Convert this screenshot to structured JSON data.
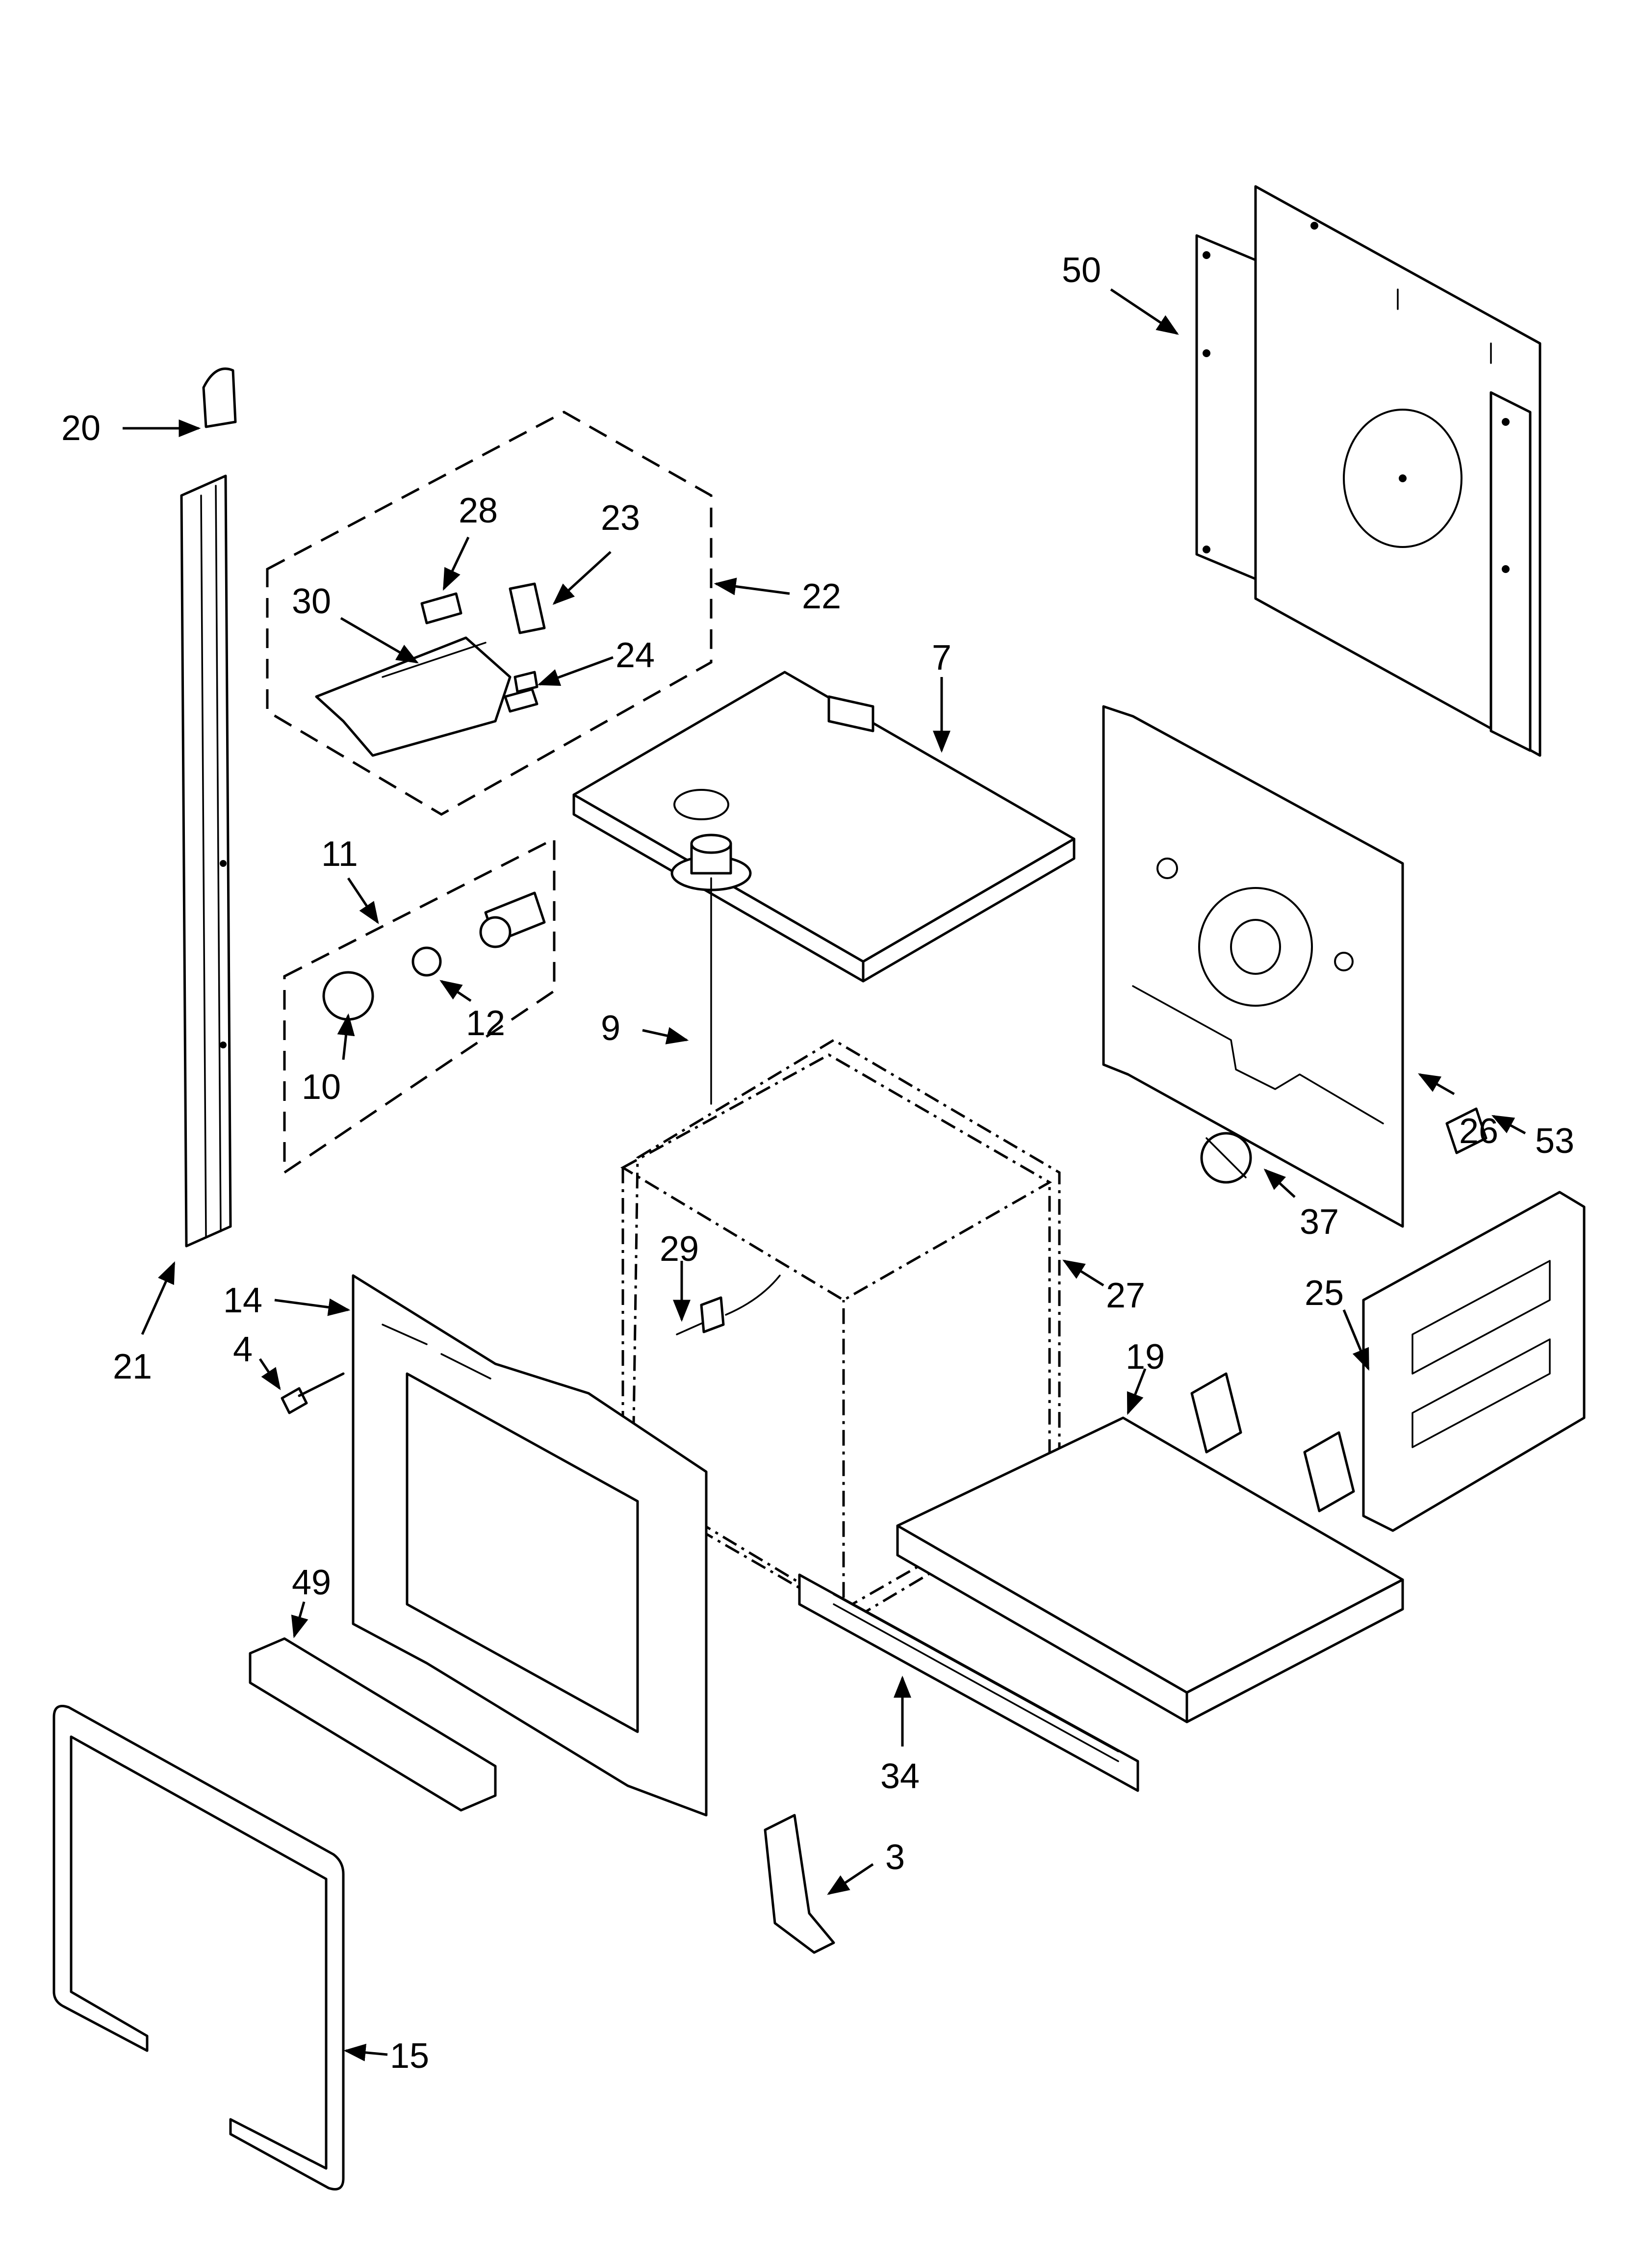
{
  "callouts": [
    {
      "id": "c20",
      "label": "20"
    },
    {
      "id": "c21",
      "label": "21"
    },
    {
      "id": "c28",
      "label": "28"
    },
    {
      "id": "c23",
      "label": "23"
    },
    {
      "id": "c30",
      "label": "30"
    },
    {
      "id": "c22",
      "label": "22"
    },
    {
      "id": "c24",
      "label": "24"
    },
    {
      "id": "c50",
      "label": "50"
    },
    {
      "id": "c7",
      "label": "7"
    },
    {
      "id": "c11",
      "label": "11"
    },
    {
      "id": "c12",
      "label": "12"
    },
    {
      "id": "c10",
      "label": "10"
    },
    {
      "id": "c9",
      "label": "9"
    },
    {
      "id": "c53",
      "label": "53"
    },
    {
      "id": "c26",
      "label": "26"
    },
    {
      "id": "c37",
      "label": "37"
    },
    {
      "id": "c29",
      "label": "29"
    },
    {
      "id": "c27",
      "label": "27"
    },
    {
      "id": "c25",
      "label": "25"
    },
    {
      "id": "c14",
      "label": "14"
    },
    {
      "id": "c4",
      "label": "4"
    },
    {
      "id": "c19",
      "label": "19"
    },
    {
      "id": "c49",
      "label": "49"
    },
    {
      "id": "c34",
      "label": "34"
    },
    {
      "id": "c3",
      "label": "3"
    },
    {
      "id": "c15",
      "label": "15"
    }
  ]
}
